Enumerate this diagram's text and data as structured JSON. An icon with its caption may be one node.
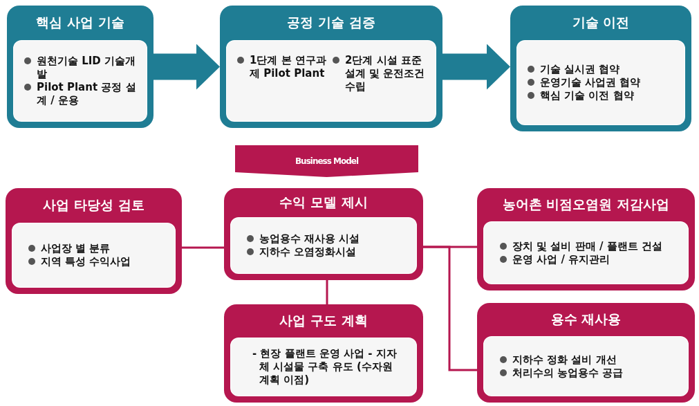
{
  "diagram": {
    "nodes": [
      {
        "text": [
          "핵심 사업 기술",
          "원천기술 LID 기술개발",
          "Pilot Plant 공정 설계 / 운용"
        ]
      },
      {
        "text": [
          "공정 기술 검증",
          "1단계 본 연구과제 Pilot Plant",
          "2단계 시설 표준 설계 및 운전조건 수립"
        ]
      },
      {
        "text": [
          "기술 이전",
          "기술 실시권 협약",
          "운영기술 사업권 협약",
          "핵심 기술 이전 협약"
        ]
      },
      {
        "text": [
          "Business Model"
        ]
      },
      {
        "text": [
          "사업 타당성 검토",
          "사업장 별 분류",
          "지역 특성 수익사업"
        ]
      },
      {
        "text": [
          "수익 모델 제시",
          "농업용수 재사용 시설",
          "지하수 오염정화시설"
        ]
      },
      {
        "text": [
          "농어촌 비점오염원 저감사업",
          "장치 및 설비 판매 / 플랜트 건설",
          "운영 사업 / 유지관리"
        ]
      },
      {
        "text": [
          "사업 구도 계획",
          "- 현장 플랜트 운영 사업 - 지자체 시설물 구축 유도 (수자원 계획 이점)"
        ]
      },
      {
        "text": [
          "용수 재사용",
          "지하수 정화 설비 개선",
          "처리수의 농업용수 공급"
        ]
      }
    ],
    "edges": [
      {
        "from": 0,
        "to": 1,
        "arrow": "to",
        "style": "thick",
        "color": "#1f7d94"
      },
      {
        "from": 1,
        "to": 2,
        "arrow": "to",
        "style": "thick",
        "color": "#1f7d94"
      },
      {
        "from": 4,
        "to": 5,
        "arrow": "none"
      },
      {
        "from": 5,
        "to": 7,
        "arrow": "none"
      },
      {
        "from": 5,
        "to": 6,
        "arrow": "none"
      },
      {
        "from": 5,
        "to": 8,
        "arrow": "none"
      }
    ]
  }
}
